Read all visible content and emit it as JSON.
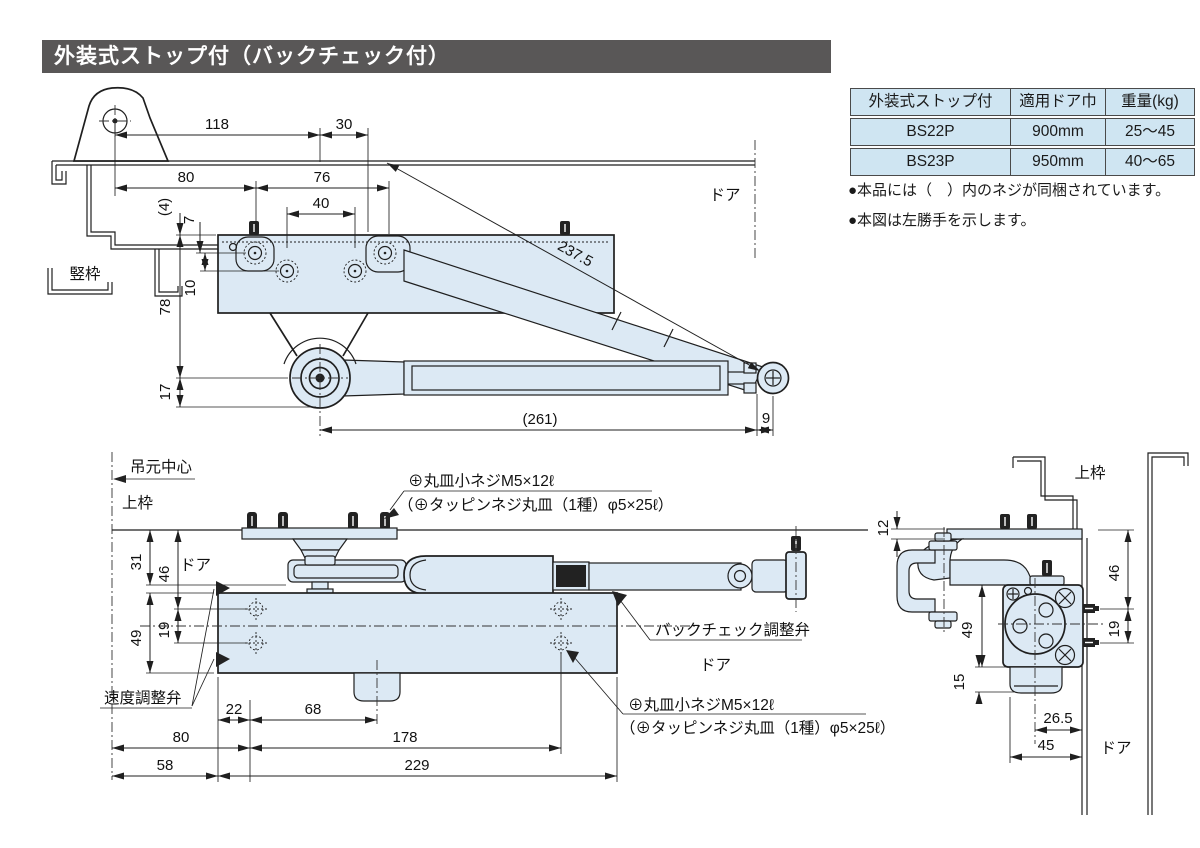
{
  "header": {
    "title": "外装式ストップ付（バックチェック付）"
  },
  "spec_table": {
    "col_model": "外装式ストップ付",
    "col_door_width": "適用ドア巾",
    "col_weight": "重量(kg)",
    "rows": [
      {
        "model": "BS22P",
        "door_width": "900mm",
        "weight": "25～45"
      },
      {
        "model": "BS23P",
        "door_width": "950mm",
        "weight": "40～65"
      }
    ]
  },
  "notes": {
    "note1": "●本品には（　）内のネジが同梱されています。",
    "note2": "●本図は左勝手を示します。"
  },
  "top_view": {
    "labels": {
      "jamb": "竪枠",
      "door": "ドア"
    },
    "dims": {
      "d118": "118",
      "d30": "30",
      "d80": "80",
      "d76": "76",
      "d40": "40",
      "d4": "(4)",
      "d7": "7",
      "d10": "10",
      "d78": "78",
      "d17": "17",
      "d237_5": "237.5",
      "d261": "(261)",
      "d9": "9"
    }
  },
  "front_view": {
    "labels": {
      "hinge_center": "吊元中心",
      "top_frame": "上枠",
      "door_upper": "ドア",
      "door_lower": "ドア",
      "speed_valve": "速度調整弁",
      "backcheck_valve": "バックチェック調整弁"
    },
    "screw_note_top": {
      "line1": "⊕丸皿小ネジM5×12ℓ",
      "line2": "（⊕タッピンネジ丸皿（1種）φ5×25ℓ）"
    },
    "screw_note_bottom": {
      "line1": "⊕丸皿小ネジM5×12ℓ",
      "line2": "（⊕タッピンネジ丸皿（1種）φ5×25ℓ）"
    },
    "dims": {
      "d31": "31",
      "d46": "46",
      "d49": "49",
      "d19": "19",
      "d22": "22",
      "d68": "68",
      "d80": "80",
      "d178": "178",
      "d58": "58",
      "d229": "229"
    }
  },
  "side_view": {
    "labels": {
      "top_frame": "上枠",
      "door": "ドア"
    },
    "dims": {
      "d12": "12",
      "d46": "46",
      "d19": "19",
      "d49": "49",
      "d15": "15",
      "d26_5": "26.5",
      "d45": "45"
    }
  }
}
